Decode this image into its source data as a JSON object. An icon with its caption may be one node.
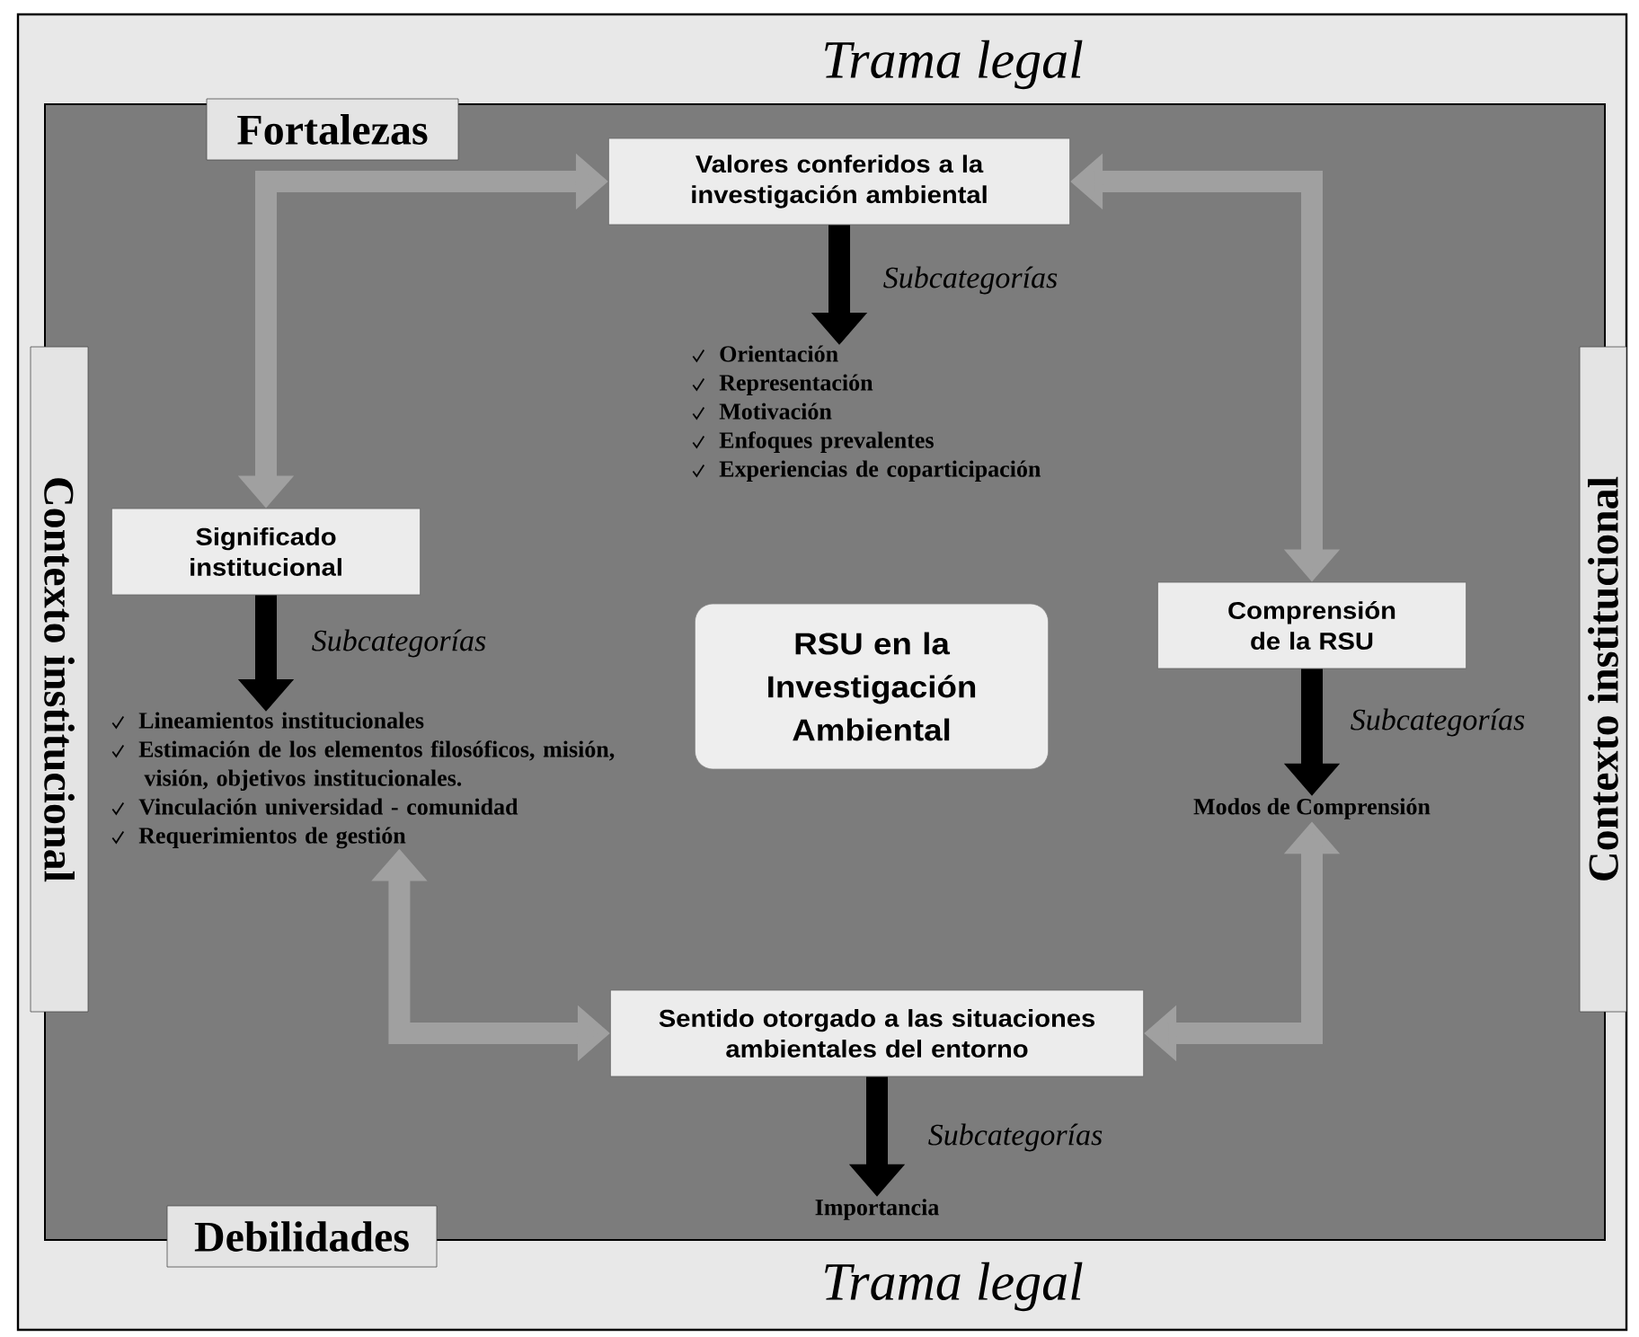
{
  "diagram": {
    "nodes": [
      {
        "text": [
          "Fortalezas"
        ]
      },
      {
        "text": [
          "Valores conferidos a la investigación ambiental"
        ]
      },
      {
        "text": [
          "Orientación",
          "Representación",
          "Motivación",
          "Enfoques prevalentes",
          "Experiencias de coparticipación"
        ]
      },
      {
        "text": [
          "Contexto institucional"
        ]
      },
      {
        "text": [
          "Significado institucional"
        ]
      },
      {
        "text": [
          "Lineamientos institucionales",
          "Estimación de los elementos filosóficos, misión, visión, objetivos institucionales.",
          "Vinculación universidad - comunidad",
          "Requerimientos de gestión"
        ]
      },
      {
        "text": [
          "RSU en la Investigación Ambiental"
        ]
      },
      {
        "text": [
          "Comprensión de la RSU"
        ]
      },
      {
        "text": [
          "Modos de Comprensión"
        ]
      },
      {
        "text": [
          "Contexto institucional"
        ]
      },
      {
        "text": [
          "Sentido otorgado a las situaciones ambientales del entorno"
        ]
      },
      {
        "text": [
          "Importancia"
        ]
      },
      {
        "text": [
          "Debilidades"
        ]
      }
    ],
    "edges": [
      {
        "from": 1,
        "to": 2,
        "arrow": "to",
        "label": "Subcategorías"
      },
      {
        "from": 4,
        "to": 5,
        "arrow": "to",
        "label": "Subcategorías"
      },
      {
        "from": 7,
        "to": 8,
        "arrow": "to",
        "label": "Subcategorías"
      },
      {
        "from": 10,
        "to": 11,
        "arrow": "to",
        "label": "Subcategorías"
      },
      {
        "from": 1,
        "to": 4,
        "arrow": "both",
        "color": "#a0a0a0"
      },
      {
        "from": 1,
        "to": 7,
        "arrow": "both",
        "color": "#a0a0a0"
      },
      {
        "from": 8,
        "to": 10,
        "arrow": "both",
        "color": "#a0a0a0"
      },
      {
        "from": 5,
        "to": 10,
        "arrow": "both",
        "color": "#a0a0a0"
      }
    ],
    "labels": [
      "Trama legal",
      "Trama legal"
    ]
  }
}
